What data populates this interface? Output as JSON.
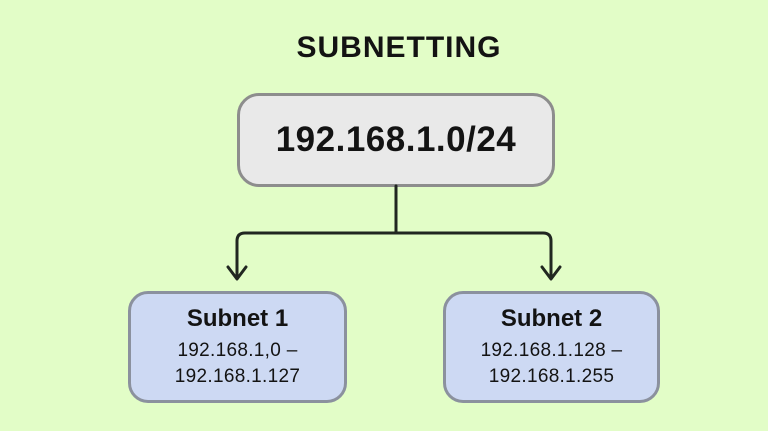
{
  "title": "SUBNETTING",
  "root_node": {
    "label": "192.168.1.0/24"
  },
  "subnets": [
    {
      "name": "Subnet 1",
      "range_line1": "192.168.1,0 –",
      "range_line2": "192.168.1.127"
    },
    {
      "name": "Subnet 2",
      "range_line1": "192.168.1.128 –",
      "range_line2": "192.168.1.255"
    }
  ],
  "colors": {
    "background": "#e2fdc7",
    "root_fill": "#e9e9e9",
    "root_border": "#8d8d8d",
    "subnet_fill": "#cdd9f3",
    "subnet_border": "#8b919e",
    "line": "#212721",
    "text": "#131313"
  }
}
